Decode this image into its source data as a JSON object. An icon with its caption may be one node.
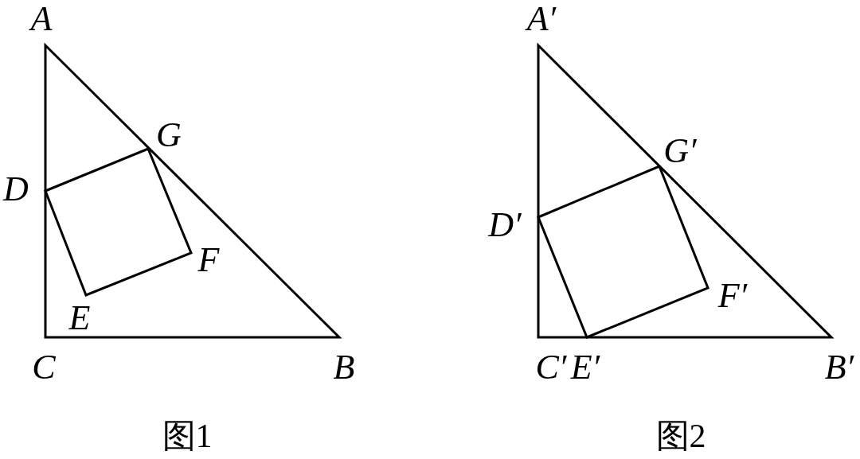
{
  "diagram": {
    "labels": [
      "A",
      "G",
      "D",
      "F",
      "E",
      "C",
      "B",
      "A′",
      "G′",
      "D′",
      "F′",
      "C′",
      "E′",
      "B′",
      "图1",
      "图2"
    ]
  }
}
